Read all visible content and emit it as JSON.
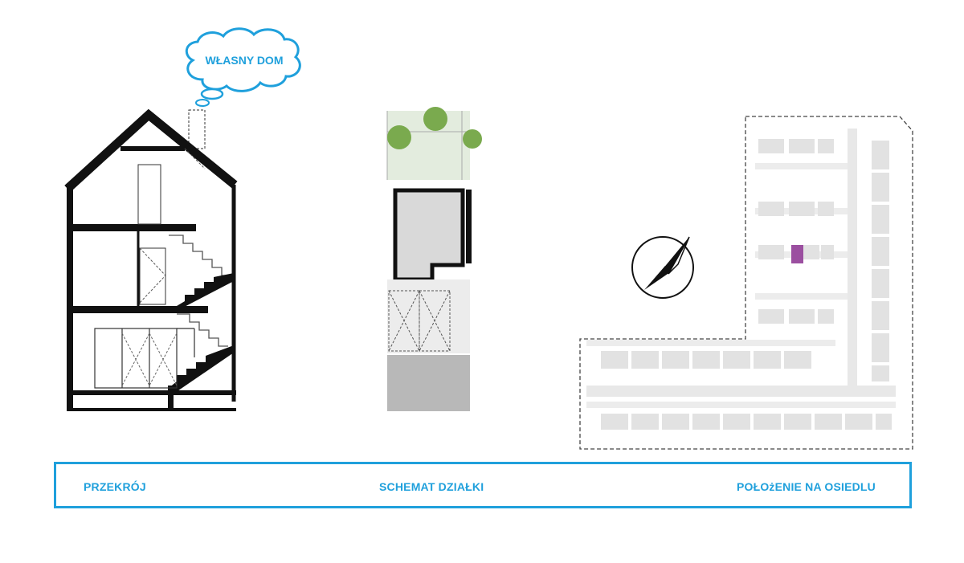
{
  "cloud": {
    "text": "WŁASNY DOM"
  },
  "labels": {
    "section": "PRZEKRÓJ",
    "plot": "SCHEMAT DZIAŁKI",
    "location": "POŁOżENIE NA OSIEDLU"
  },
  "colors": {
    "accent": "#1fa0dc",
    "highlight_house": "#9b4fa0",
    "garden": "#e3ecde",
    "tree": "#7aaa4e",
    "house_fill": "#d9d9d9",
    "paving": "#b8b8b8",
    "estate_road": "#e8e8e8"
  },
  "icons": [
    "thought-cloud-icon",
    "north-compass-icon"
  ]
}
